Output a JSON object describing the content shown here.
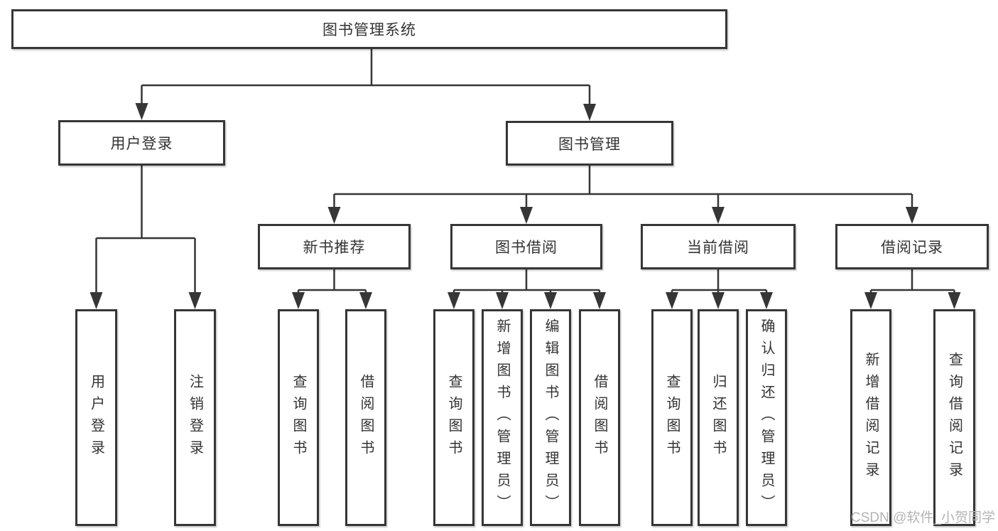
{
  "nodes": {
    "root": "图书管理系统",
    "user_login": "用户登录",
    "book_mgmt": "图书管理",
    "new_book_rec": "新书推荐",
    "book_borrow": "图书借阅",
    "current_borrow": "当前借阅",
    "borrow_records": "借阅记录",
    "leaf_user_login": "用户登录",
    "leaf_logout": "注销登录",
    "leaf_rec_query_books": "查询图书",
    "leaf_rec_borrow_books": "借阅图书",
    "leaf_bb_query_books": "查询图书",
    "leaf_bb_add_books_admin": "新增图书（管理员）",
    "leaf_bb_edit_books_admin": "编辑图书（管理员）",
    "leaf_bb_borrow_books": "借阅图书",
    "leaf_cb_query_books": "查询图书",
    "leaf_cb_return_books": "归还图书",
    "leaf_cb_confirm_return_admin": "确认归还（管理员）",
    "leaf_br_add_record": "新增借阅记录",
    "leaf_br_query_record": "查询借阅记录"
  },
  "watermark": "CSDN @软件_小贺同学",
  "colors": {
    "line": "#363636",
    "text": "#333333",
    "watermark": "#b4b4b4",
    "background": "#ffffff"
  }
}
